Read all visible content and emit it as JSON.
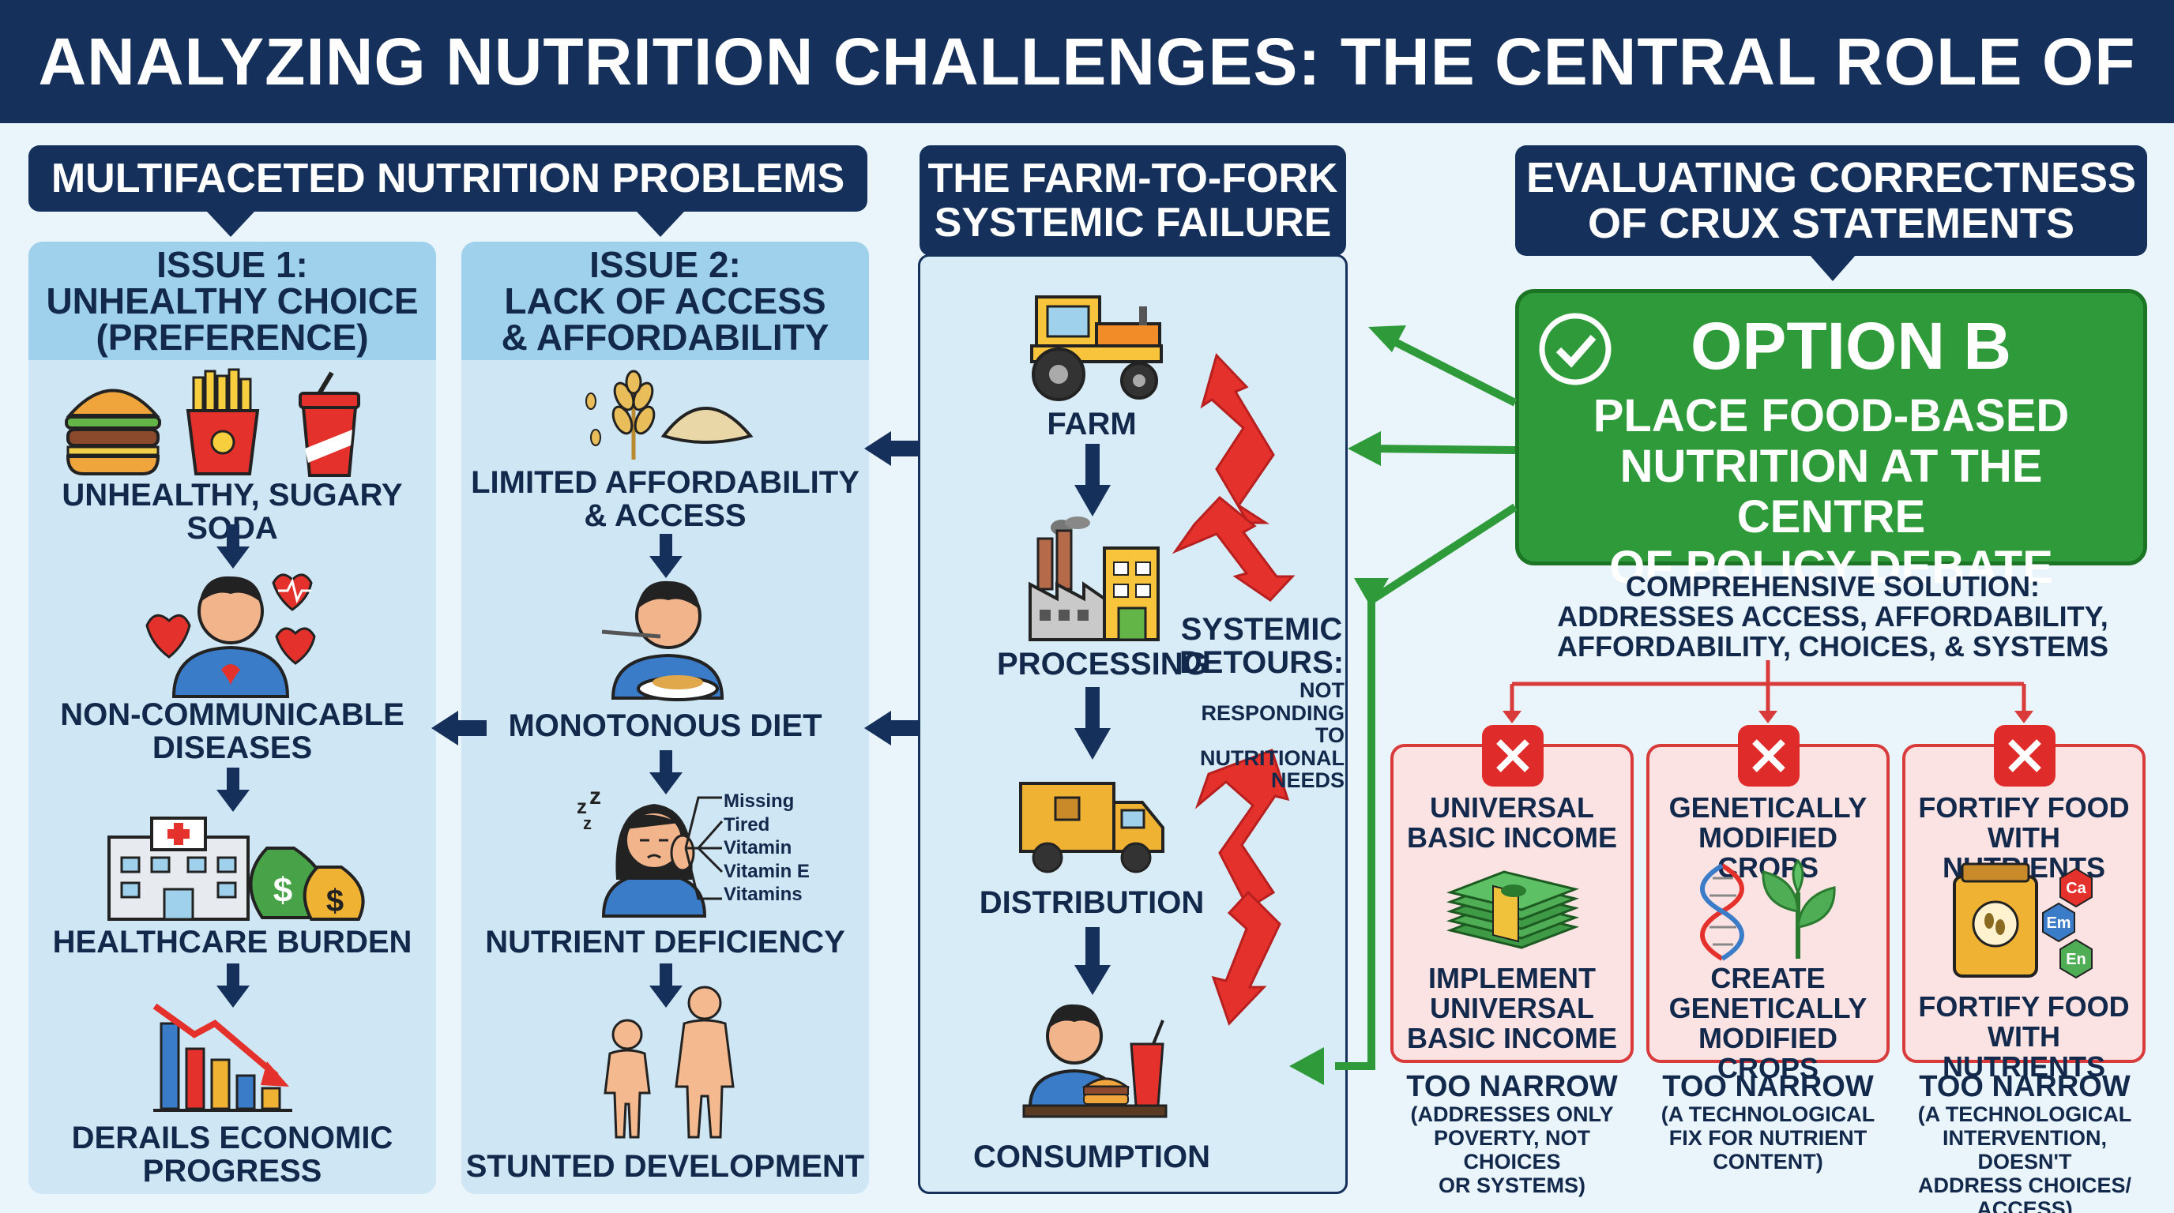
{
  "title": "ANALYZING NUTRITION CHALLENGES: THE CENTRAL ROLE OF POLICY",
  "sections": {
    "left_header": "MULTIFACETED NUTRITION PROBLEMS",
    "middle_header": [
      "THE FARM-TO-FORK",
      "SYSTEMIC FAILURE"
    ],
    "right_header": [
      "EVALUATING CORRECTNESS",
      "OF CRUX STATEMENTS"
    ]
  },
  "issue1": {
    "heading": [
      "ISSUE 1:",
      "UNHEALTHY CHOICE",
      "(PREFERENCE)"
    ],
    "steps": [
      [
        "UNHEALTHY, SUGARY SODA"
      ],
      [
        "NON-COMMUNICABLE",
        "DISEASES"
      ],
      [
        "HEALTHCARE BURDEN"
      ],
      [
        "DERAILS ECONOMIC",
        "PROGRESS"
      ]
    ]
  },
  "issue2": {
    "heading": [
      "ISSUE 2:",
      "LACK OF ACCESS",
      "& AFFORDABILITY"
    ],
    "steps": [
      [
        "LIMITED AFFORDABILITY",
        "& ACCESS"
      ],
      [
        "MONOTONOUS DIET"
      ],
      [
        "NUTRIENT DEFICIENCY"
      ],
      [
        "STUNTED DEVELOPMENT"
      ]
    ],
    "deficiency_list": [
      "Missing",
      "Tired",
      "Vitamin",
      "Vitamin E",
      "Vitamins"
    ]
  },
  "farm_to_fork": {
    "stages": [
      "FARM",
      "PROCESSING",
      "DISTRIBUTION",
      "CONSUMPTION"
    ],
    "detours_title": [
      "SYSTEMIC",
      "DETOURS:"
    ],
    "detours_note": [
      "NOT RESPONDING",
      "TO NUTRITIONAL",
      "NEEDS"
    ]
  },
  "option_b": {
    "label": "OPTION B",
    "statement": [
      "PLACE FOOD-BASED",
      "NUTRITION AT THE CENTRE",
      "OF POLICY DEBATE"
    ],
    "summary": [
      "COMPREHENSIVE SOLUTION:",
      "ADDRESSES ACCESS, AFFORDABILITY,",
      "AFFORDABILITY, CHOICES, & SYSTEMS"
    ]
  },
  "alternatives": [
    {
      "title": [
        "UNIVERSAL",
        "BASIC INCOME"
      ],
      "action": [
        "IMPLEMENT",
        "UNIVERSAL",
        "BASIC INCOME"
      ],
      "verdict": "TOO NARROW",
      "reason": [
        "(ADDRESSES ONLY",
        "POVERTY, NOT CHOICES",
        "OR SYSTEMS)"
      ]
    },
    {
      "title": [
        "GENETICALLY",
        "MODIFIED CROPS"
      ],
      "action": [
        "CREATE",
        "GENETICALLY",
        "MODIFIED CROPS"
      ],
      "verdict": "TOO NARROW",
      "reason": [
        "(A TECHNOLOGICAL",
        "FIX FOR NUTRIENT",
        "CONTENT)"
      ]
    },
    {
      "title": [
        "FORTIFY FOOD",
        "WITH NUTRIENTS"
      ],
      "action": [
        "FORTIFY FOOD",
        "WITH NUTRIENTS"
      ],
      "verdict": "TOO NARROW",
      "reason": [
        "(A TECHNOLOGICAL",
        "INTERVENTION, DOESN'T",
        "ADDRESS CHOICES/",
        "ACCESS)"
      ]
    }
  ],
  "nutrient_badges": [
    "Ca",
    "Em",
    "En"
  ],
  "colors": {
    "navy": "#15305a",
    "green": "#2e9a3a",
    "red": "#e02b2b",
    "light_blue": "#cfe6f4",
    "pink": "#fbe3e3"
  }
}
